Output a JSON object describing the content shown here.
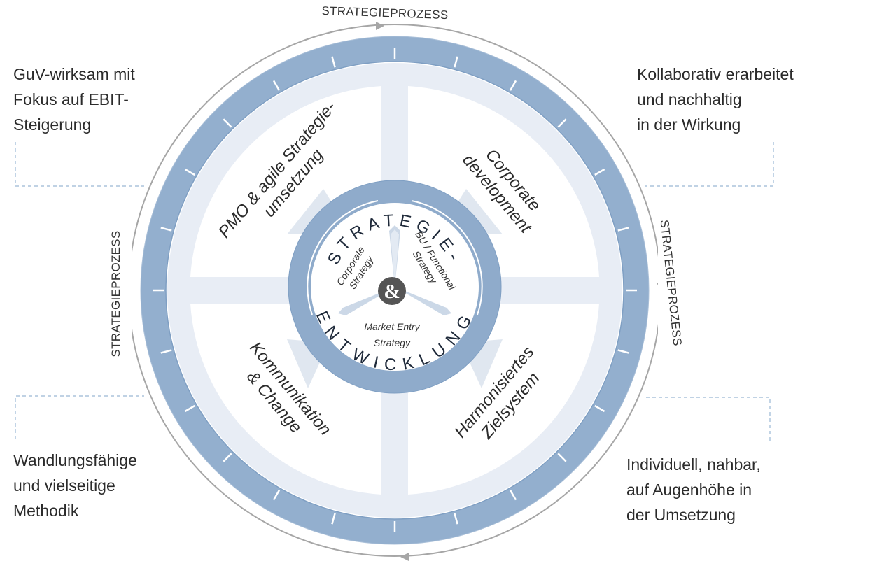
{
  "process_labels": {
    "top": "STRATEGIEPROZESS",
    "right": "STRATEGIEPROZESS",
    "left": "STRATEGIEPROZESS"
  },
  "corners": {
    "top_left": [
      "GuV-wirksam mit",
      "Fokus auf EBIT-",
      "Steigerung"
    ],
    "top_right": [
      "Kollaborativ erarbeitet",
      "und nachhaltig",
      "in der Wirkung"
    ],
    "bottom_left": [
      "Wandlungsfähige",
      "und vielseitige",
      "Methodik"
    ],
    "bottom_right": [
      "Individuell, nahbar,",
      "auf Augenhöhe in",
      "der Umsetzung"
    ]
  },
  "quadrants": {
    "top_left": [
      "PMO & agile Strategie-",
      "umsetzung"
    ],
    "top_right": [
      "Corporate",
      "development"
    ],
    "bottom_left": [
      "Kommunikation",
      "& Change"
    ],
    "bottom_right": [
      "Harmonisiertes",
      "Zielsystem"
    ]
  },
  "ring_title": {
    "top": "STRATEGIE-",
    "bottom": "ENTWICKLUNG"
  },
  "inner": {
    "left": [
      "Corporate",
      "Strategy"
    ],
    "right": [
      "BU / Functional",
      "Strategy"
    ],
    "bottom": [
      "Market Entry",
      "Strategy"
    ]
  },
  "colors": {
    "ring": "#93afce",
    "ring_dark": "#7f9fc3",
    "quadrant_bg": "#e8edf5",
    "inner_ring": "#8fabcb",
    "outer_line": "#a6a6a6",
    "dashed": "#9ab8d4",
    "logo": "#555555"
  },
  "icons": {
    "center": "ampersand-logo-icon"
  }
}
